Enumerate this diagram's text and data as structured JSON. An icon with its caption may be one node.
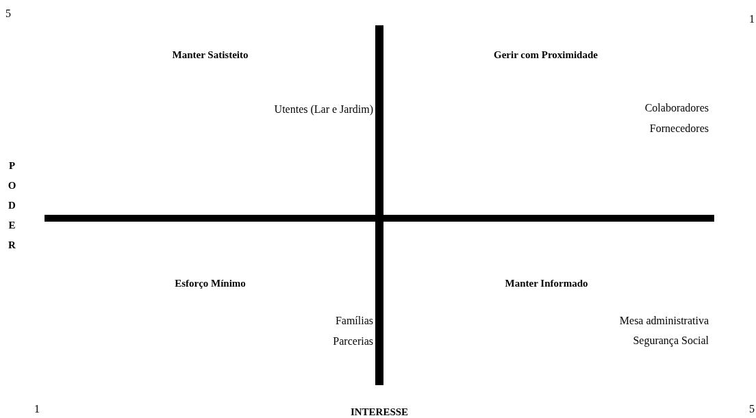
{
  "diagram": {
    "labels": [
      "5",
      "1",
      "Manter Satisteito",
      "Gerir com Proximidade",
      "Utentes (Lar e Jardim)",
      "Colaboradores",
      "Fornecedores",
      "PODER",
      "Esforço Mínimo",
      "Manter Informado",
      "Famílias",
      "Mesa administrativa",
      "Parcerias",
      "Segurança Social",
      "1",
      "INTERESSE",
      "5"
    ]
  }
}
